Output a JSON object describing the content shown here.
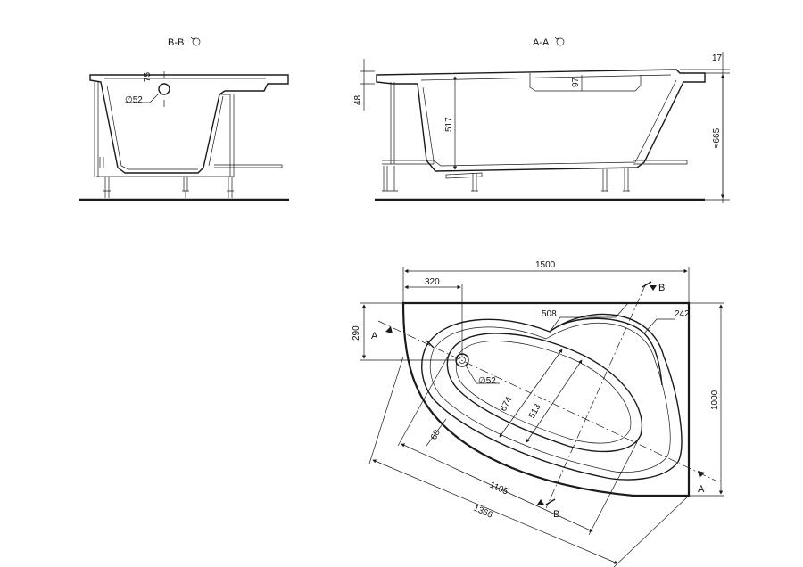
{
  "views": {
    "section_bb": {
      "title": "B-B",
      "dims": {
        "height_75": "75",
        "diameter_52": "∅52"
      }
    },
    "section_aa": {
      "title": "A-A",
      "dims": {
        "rim_17": "17",
        "rim_48": "48",
        "depth_97": "97",
        "depth_517": "517",
        "height_665": "≈665"
      }
    },
    "plan": {
      "dims": {
        "width_1500": "1500",
        "offset_320": "320",
        "offset_290": "290",
        "seat_508": "508",
        "seat_242": "242",
        "depth_1000": "1000",
        "drain_52": "∅52",
        "inner_674": "674",
        "inner_513": "513",
        "rim_60": "60",
        "length_1105": "1105",
        "length_1366": "1366"
      },
      "markers": {
        "a_left": "A",
        "a_right": "A",
        "b_top": "B",
        "b_bottom": "B"
      }
    }
  },
  "icons": {
    "rotate": "rotate-icon",
    "arrow": "section-arrow-icon",
    "drain": "drain-icon"
  },
  "colors": {
    "line": "#1a1a1a",
    "background": "#ffffff"
  }
}
